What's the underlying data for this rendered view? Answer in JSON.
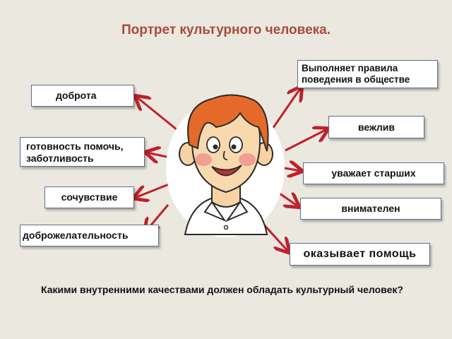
{
  "title": "Портрет культурного человека.",
  "boxes": {
    "rules": "Выполняет правила поведения в обществе",
    "kindness": "доброта",
    "polite": "вежлив",
    "readiness": "готовность помочь, заботливость",
    "respects": "уважает старших",
    "sympathy": "сочувствие",
    "attentive": "внимателен",
    "goodwill": "доброжелательность",
    "helps": "оказывает помощь"
  },
  "question": "Какими внутренними качествами должен обладать культурный человек?",
  "colors": {
    "background": "#ebe8e0",
    "title": "#a94a3e",
    "arrow": "#c0202a",
    "box_border": "#5f6f86"
  }
}
